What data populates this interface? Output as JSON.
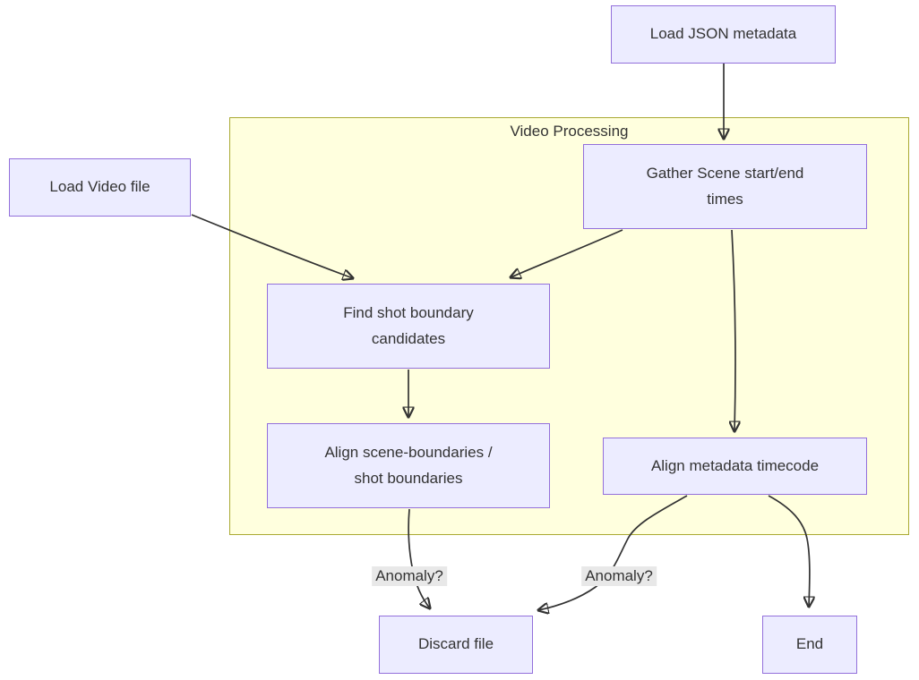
{
  "diagram": {
    "cluster": {
      "title": "Video Processing"
    },
    "nodes": {
      "load_json": {
        "label": "Load JSON metadata"
      },
      "load_video": {
        "label": "Load Video file"
      },
      "gather_scene": {
        "label": "Gather Scene start/end\ntimes"
      },
      "find_shot": {
        "label": "Find shot boundary\ncandidates"
      },
      "align_scene": {
        "label": "Align scene-boundaries /\nshot boundaries"
      },
      "align_meta": {
        "label": "Align metadata timecode"
      },
      "discard": {
        "label": "Discard file"
      },
      "end": {
        "label": "End"
      }
    },
    "edge_labels": {
      "anomaly_left": "Anomaly?",
      "anomaly_right": "Anomaly?"
    },
    "edges": [
      {
        "from": "load_json",
        "to": "gather_scene"
      },
      {
        "from": "load_video",
        "to": "find_shot"
      },
      {
        "from": "gather_scene",
        "to": "find_shot"
      },
      {
        "from": "gather_scene",
        "to": "align_meta"
      },
      {
        "from": "find_shot",
        "to": "align_scene"
      },
      {
        "from": "align_scene",
        "to": "discard",
        "label": "Anomaly?"
      },
      {
        "from": "align_meta",
        "to": "discard",
        "label": "Anomaly?"
      },
      {
        "from": "align_meta",
        "to": "end"
      }
    ],
    "colors": {
      "node_fill": "#ECECFF",
      "node_border": "#9370DB",
      "cluster_fill": "#FFFFDE",
      "cluster_border": "#AAAA33",
      "edge_stroke": "#333333",
      "text": "#333333",
      "edge_label_bg": "#E8E8E8",
      "canvas_bg": "#FFFFFF"
    }
  }
}
